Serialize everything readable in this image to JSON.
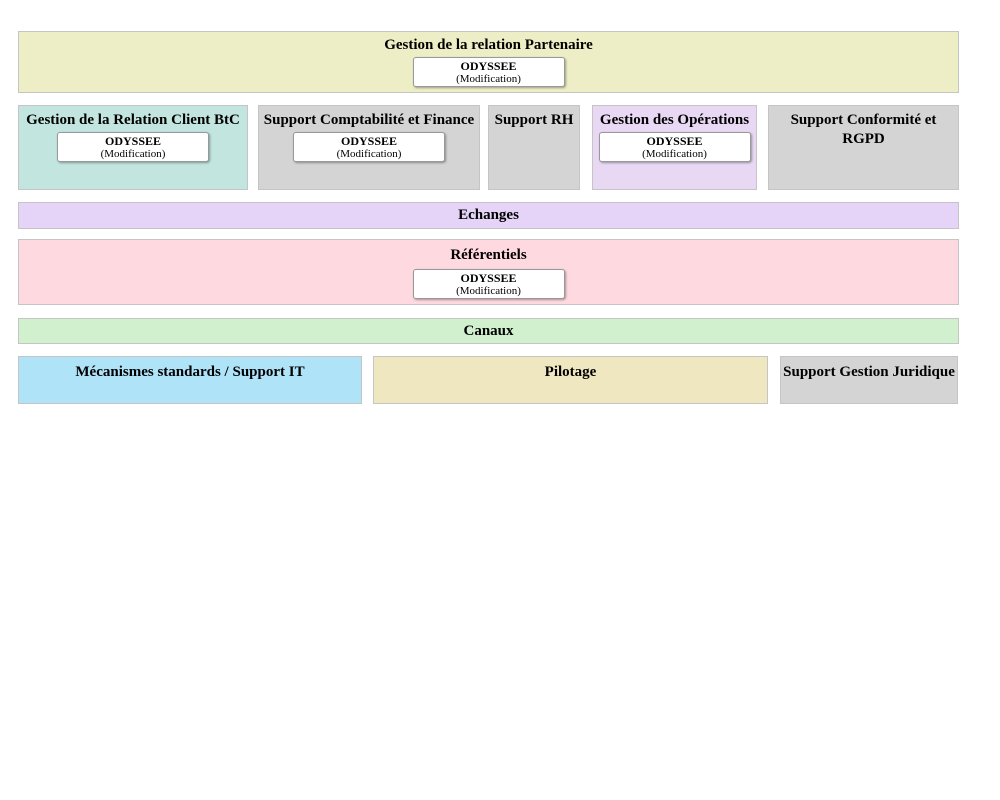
{
  "colors": {
    "page_bg": "#ffffff",
    "block_border": "#c5c5c5",
    "chip_bg": "#ffffff",
    "chip_border": "#999999",
    "khaki": "#edeec6",
    "teal": "#c3e5e0",
    "gray": "#d4d4d4",
    "purple_block": "#e9d8f4",
    "purple_band": "#e5d4f7",
    "pink": "#ffd9e0",
    "green": "#d0f0ce",
    "blue": "#aee3f8",
    "wheat": "#efe7c0"
  },
  "blocks": {
    "partenaire": {
      "title": "Gestion de la relation Partenaire",
      "app": "ODYSSEE",
      "app_note": "(Modification)",
      "bg": "#edeec6"
    },
    "relation_client_btc": {
      "title": "Gestion de la Relation Client BtC",
      "app": "ODYSSEE",
      "app_note": "(Modification)",
      "bg": "#c3e5e0"
    },
    "comptabilite_finance": {
      "title": "Support Comptabilité et Finance",
      "app": "ODYSSEE",
      "app_note": "(Modification)",
      "bg": "#d4d4d4"
    },
    "support_rh": {
      "title": "Support RH",
      "bg": "#d4d4d4"
    },
    "operations": {
      "title": "Gestion des Opérations",
      "app": "ODYSSEE",
      "app_note": "(Modification)",
      "bg": "#e9d8f4"
    },
    "conformite_rgpd": {
      "title": "Support Conformité et RGPD",
      "bg": "#d4d4d4"
    },
    "echanges": {
      "title": "Echanges",
      "bg": "#e5d4f7"
    },
    "referentiels": {
      "title": "Référentiels",
      "app": "ODYSSEE",
      "app_note": "(Modification)",
      "bg": "#ffd9e0"
    },
    "canaux": {
      "title": "Canaux",
      "bg": "#d0f0ce"
    },
    "mecanismes_it": {
      "title": "Mécanismes standards / Support IT",
      "bg": "#aee3f8"
    },
    "pilotage": {
      "title": "Pilotage",
      "bg": "#efe7c0"
    },
    "juridique": {
      "title": "Support Gestion Juridique",
      "bg": "#d4d4d4"
    }
  }
}
